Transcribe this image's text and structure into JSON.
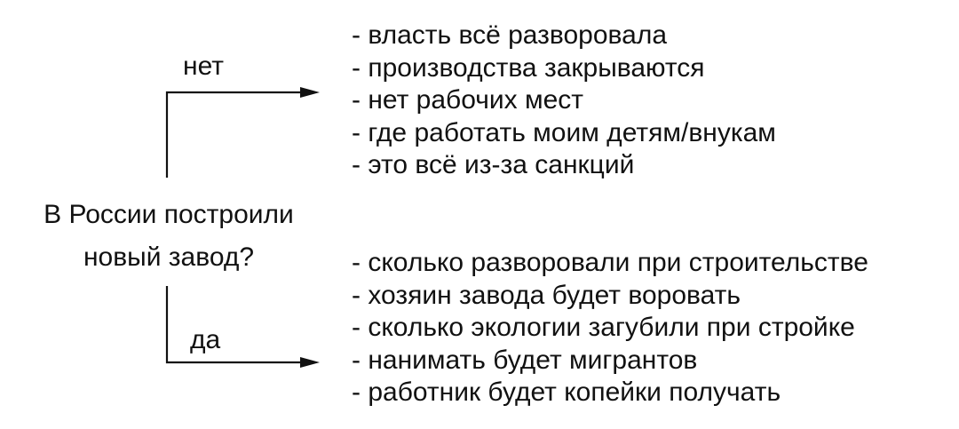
{
  "question": {
    "line1": "В России построили",
    "line2": "новый завод?"
  },
  "branch_no": {
    "label": "нет",
    "items": [
      "- власть всё разворовала",
      "- производства закрываются",
      "- нет рабочих мест",
      "- где работать моим детям/внукам",
      "- это всё из-за санкций"
    ]
  },
  "branch_yes": {
    "label": "да",
    "items": [
      "- сколько разворовали при строительстве",
      "- хозяин завода будет воровать",
      "- сколько экологии загубили при стройке",
      "- нанимать будет мигрантов",
      "- работник будет копейки получать"
    ]
  },
  "colors": {
    "background": "#ffffff",
    "text": "#111111",
    "line": "#111111"
  }
}
